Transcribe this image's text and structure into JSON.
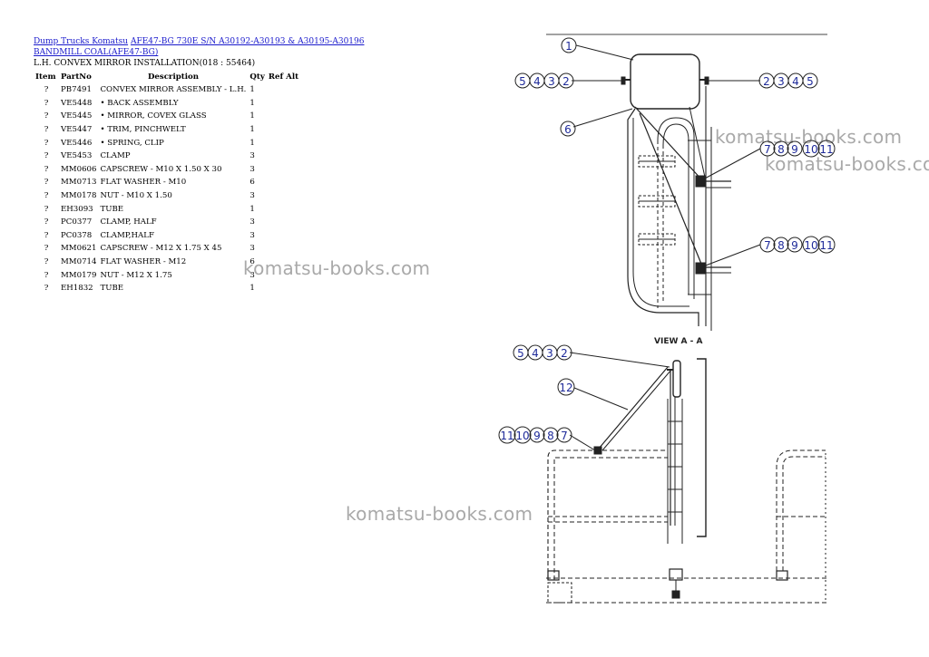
{
  "breadcrumb": {
    "link1": "Dump Trucks Komatsu",
    "link2": "AFE47-BG 730E S/N A30192-A30193 & A30195-A30196 BANDMILL COAL(AFE47-BG)"
  },
  "page_title": "L.H. CONVEX MIRROR INSTALLATION(018 : 55464)",
  "table": {
    "headers": {
      "item": "Item",
      "partno": "PartNo",
      "description": "Description",
      "qty": "Qty",
      "refalt": "Ref Alt"
    },
    "rows": [
      {
        "item": "?",
        "partno": "PB7491",
        "description": "CONVEX MIRROR ASSEMBLY - L.H.",
        "qty": "1"
      },
      {
        "item": "?",
        "partno": "VE5448",
        "description": "• BACK ASSEMBLY",
        "qty": "1"
      },
      {
        "item": "?",
        "partno": "VE5445",
        "description": "• MIRROR, COVEX GLASS",
        "qty": "1"
      },
      {
        "item": "?",
        "partno": "VE5447",
        "description": "• TRIM, PINCHWELT",
        "qty": "1"
      },
      {
        "item": "?",
        "partno": "VE5446",
        "description": "• SPRING, CLIP",
        "qty": "1"
      },
      {
        "item": "?",
        "partno": "VE5453",
        "description": "CLAMP",
        "qty": "3"
      },
      {
        "item": "?",
        "partno": "MM0606",
        "description": "CAPSCREW - M10 X 1.50 X 30",
        "qty": "3"
      },
      {
        "item": "?",
        "partno": "MM0713",
        "description": "FLAT WASHER - M10",
        "qty": "6"
      },
      {
        "item": "?",
        "partno": "MM0178",
        "description": "NUT - M10 X 1.50",
        "qty": "3"
      },
      {
        "item": "?",
        "partno": "EH3093",
        "description": "TUBE",
        "qty": "1"
      },
      {
        "item": "?",
        "partno": "PC0377",
        "description": "CLAMP, HALF",
        "qty": "3"
      },
      {
        "item": "?",
        "partno": "PC0378",
        "description": "CLAMP,HALF",
        "qty": "3"
      },
      {
        "item": "?",
        "partno": "MM0621",
        "description": "CAPSCREW - M12 X 1.75 X 45",
        "qty": "3"
      },
      {
        "item": "?",
        "partno": "MM0714",
        "description": "FLAT WASHER - M12",
        "qty": "6"
      },
      {
        "item": "?",
        "partno": "MM0179",
        "description": "NUT - M12 X 1.75",
        "qty": "3"
      },
      {
        "item": "?",
        "partno": "EH1832",
        "description": "TUBE",
        "qty": "1"
      }
    ]
  },
  "watermark": "komatsu-books.com",
  "diagram": {
    "view_label": "VIEW A - A",
    "callouts": {
      "c1": "1",
      "c2": "2",
      "c3": "3",
      "c4": "4",
      "c5": "5",
      "c6": "6",
      "c7": "7",
      "c8": "8",
      "c9": "9",
      "c10": "10",
      "c11": "11",
      "c12": "12"
    }
  }
}
